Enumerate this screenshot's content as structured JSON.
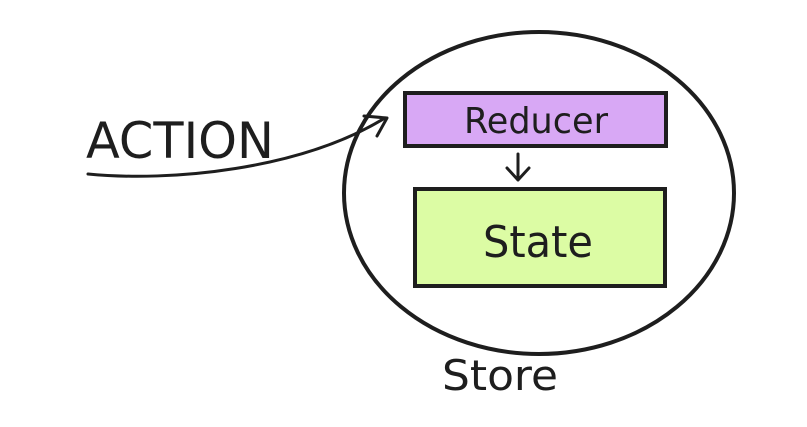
{
  "diagram": {
    "action_label": "ACTION",
    "reducer_label": "Reducer",
    "state_label": "State",
    "store_label": "Store"
  },
  "colors": {
    "stroke": "#1e1e1e",
    "reducer_fill": "#d8a8f5",
    "state_fill": "#dcfca4",
    "background": "#ffffff"
  },
  "icons": {
    "action_arrow": "curved-arrow-right-icon",
    "reducer_to_state_arrow": "arrow-down-icon"
  }
}
